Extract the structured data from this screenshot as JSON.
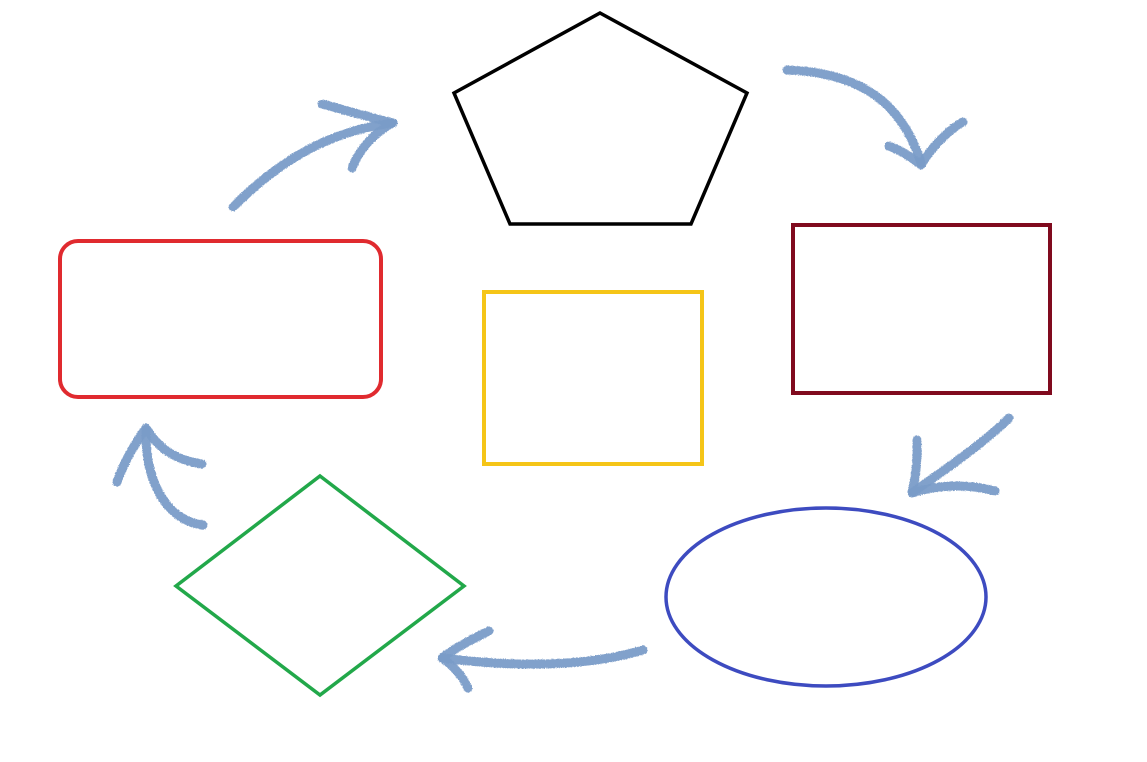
{
  "colors": {
    "background": "#ffffff",
    "pentagon": "#000000",
    "dark_red_rectangle": "#800a1e",
    "yellow_rectangle": "#f5c518",
    "red_rounded_rectangle": "#e02a2f",
    "blue_ellipse": "#3d4bc0",
    "green_diamond": "#22a84a",
    "arrow": "#7a9cc8"
  },
  "diagram": {
    "shapes": [
      {
        "name": "pentagon",
        "kind": "pentagon",
        "label": ""
      },
      {
        "name": "dark-red-rectangle",
        "kind": "rectangle",
        "label": ""
      },
      {
        "name": "blue-ellipse",
        "kind": "ellipse",
        "label": ""
      },
      {
        "name": "green-diamond",
        "kind": "diamond",
        "label": ""
      },
      {
        "name": "red-rounded-rectangle",
        "kind": "rounded-rectangle",
        "label": ""
      },
      {
        "name": "yellow-rectangle",
        "kind": "rectangle",
        "label": ""
      }
    ],
    "cycle_order": [
      "pentagon",
      "dark-red-rectangle",
      "blue-ellipse",
      "green-diamond",
      "red-rounded-rectangle",
      "pentagon"
    ]
  }
}
